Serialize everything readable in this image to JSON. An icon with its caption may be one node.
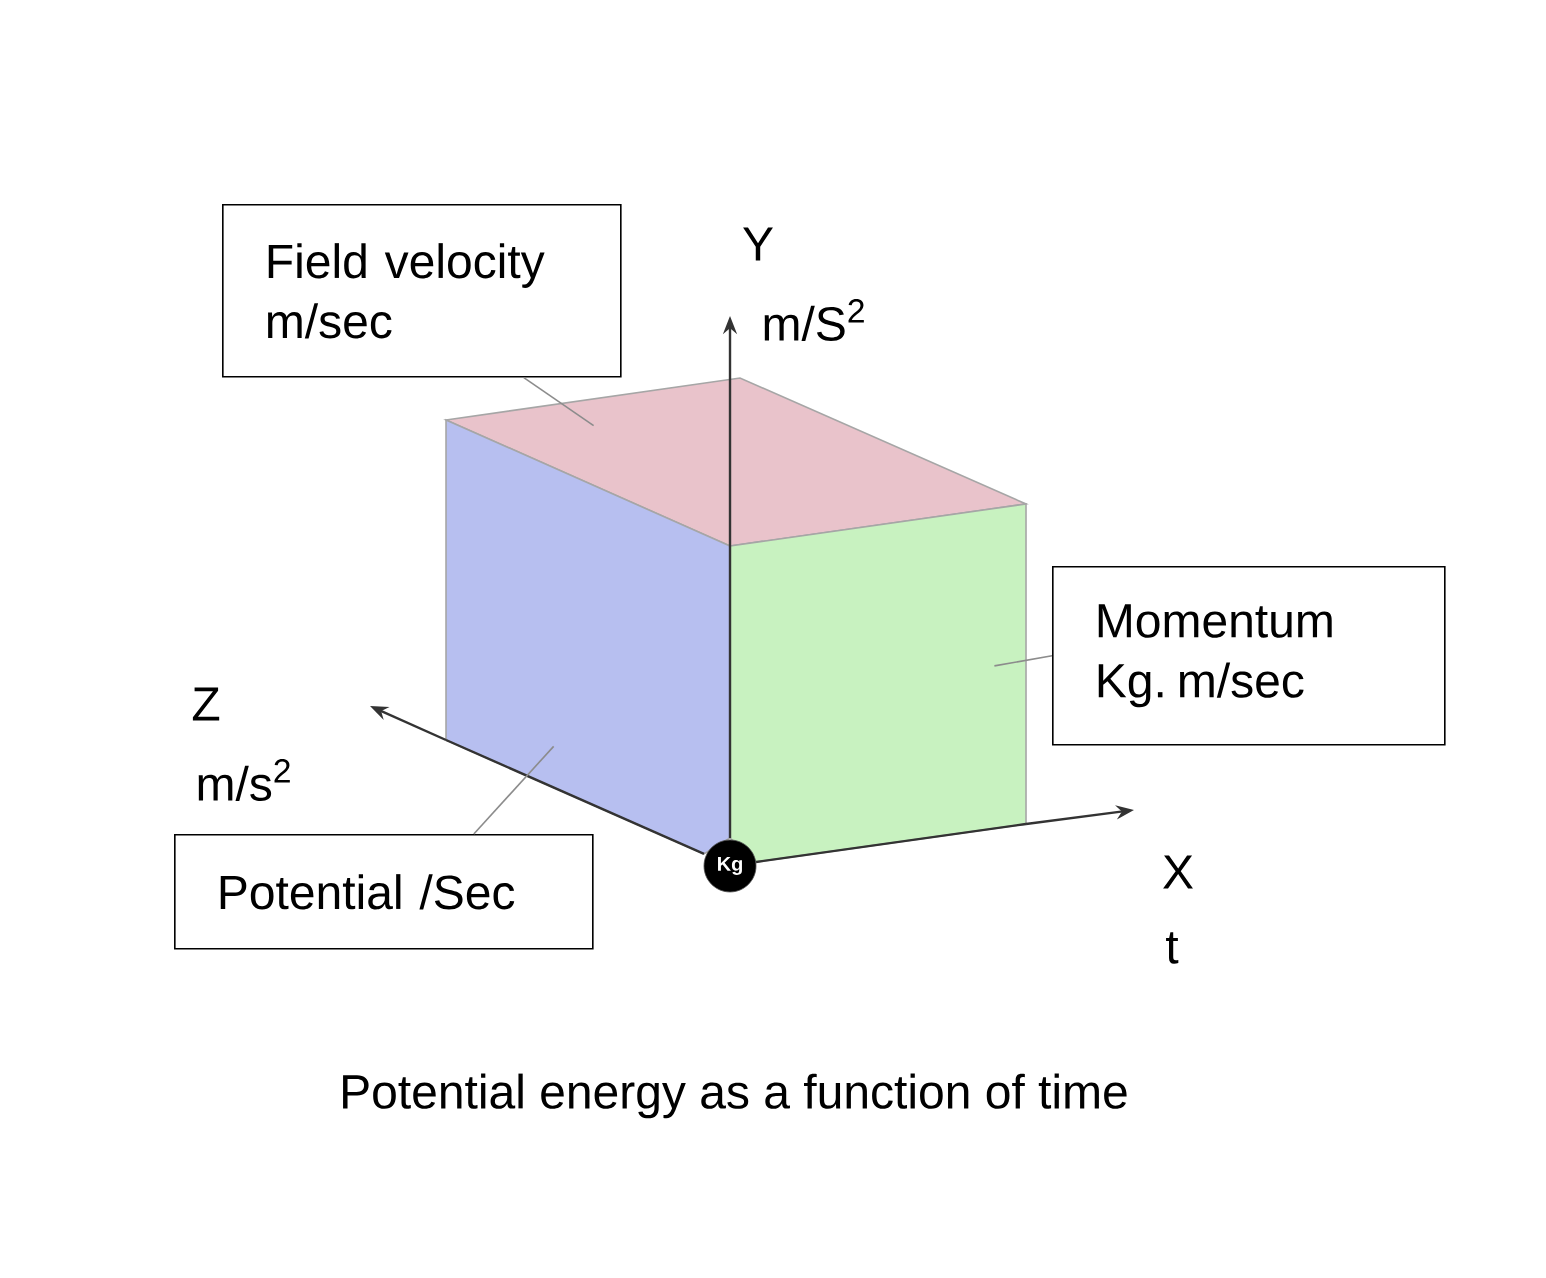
{
  "diagram": {
    "caption": "Potential energy as a function of time",
    "nodes": [
      {
        "text": [
          "Field velocity m/sec"
        ]
      },
      {
        "text": [
          "Momentum Kg. m/sec"
        ]
      },
      {
        "text": [
          "Potential /Sec"
        ]
      },
      {
        "text": [],
        "shape": "box"
      },
      {
        "text": [],
        "shape": "box"
      },
      {
        "text": [],
        "shape": "box"
      },
      {
        "text": [
          "Kg"
        ]
      }
    ],
    "edges": [
      {
        "from": 0,
        "to": 3,
        "arrow": "none"
      },
      {
        "from": 1,
        "to": 4,
        "arrow": "none"
      },
      {
        "from": 2,
        "to": 5,
        "arrow": "none"
      }
    ],
    "labels": [
      "Y",
      "m/S$^{2}$",
      "Z",
      "m/s$^{2}$",
      "X",
      "t"
    ]
  }
}
